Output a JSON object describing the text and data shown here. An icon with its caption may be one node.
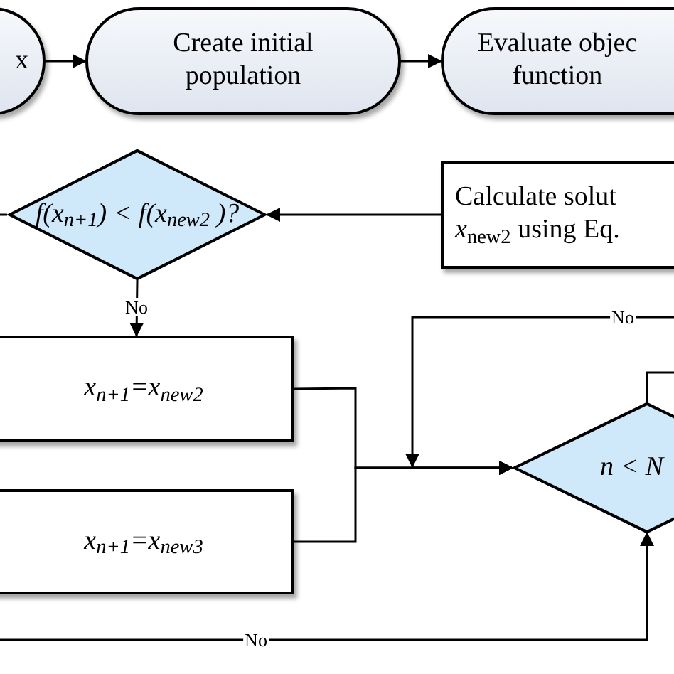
{
  "diagram": {
    "nodes": [
      {
        "text": [
          "x"
        ]
      },
      {
        "text": [
          "Create initial population"
        ]
      },
      {
        "text": [
          "Evaluate objec function"
        ]
      },
      {
        "text": [
          "f(x$_{n+1}$) < f(x$_{new2}$ )?"
        ]
      },
      {
        "text": [
          "Calculate solut *x*$_{new2}$ using Eq."
        ]
      },
      {
        "text": [
          "x$_{n+1}$=x$_{new2}$"
        ]
      },
      {
        "text": [
          "x$_{n+1}$=x$_{new3}$"
        ]
      },
      {
        "text": [
          "n < N"
        ]
      }
    ],
    "edges": [
      {
        "from": 0,
        "to": 1,
        "arrow": "to"
      },
      {
        "from": 1,
        "to": 2,
        "arrow": "to"
      },
      {
        "from": 4,
        "to": 3,
        "arrow": "to"
      },
      {
        "from": 3,
        "to": 5,
        "arrow": "to",
        "label": "No"
      },
      {
        "from": 5,
        "to": 7,
        "arrow": "to"
      },
      {
        "from": 6,
        "to": 7,
        "arrow": "to"
      },
      {
        "from": null,
        "to": 7,
        "arrow": "to",
        "label": "No"
      },
      {
        "from": 7,
        "to": null,
        "arrow": "none"
      },
      {
        "from": null,
        "to": 7,
        "arrow": "to",
        "label": "No"
      },
      {
        "from": 3,
        "to": null,
        "arrow": "none"
      }
    ]
  }
}
